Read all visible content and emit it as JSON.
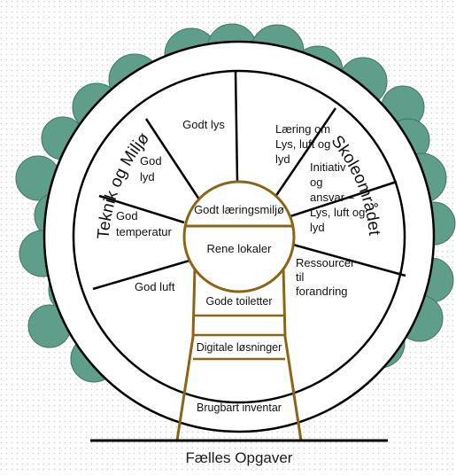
{
  "colors": {
    "dot_grid": "#c9c9c9",
    "canopy_circle": "#5f9e8a",
    "canopy_stroke": "#3f7663",
    "wheel_stroke": "#000000",
    "trunk_stroke": "#8c6416"
  },
  "outer_ring": {
    "left_label": "Teknik og Miljø",
    "right_label": "Skoleområdet"
  },
  "segments": [
    [
      "Godt lys"
    ],
    [
      "Læring om",
      "Lys, luft og",
      "lyd"
    ],
    [
      "Initiativ",
      "og",
      "ansvar –",
      "Lys, luft og",
      "lyd"
    ],
    [
      "Ressourcer",
      "til",
      "forandring"
    ],
    [
      "God luft"
    ],
    [
      "God",
      "temperatur"
    ],
    [
      "God",
      "lyd"
    ]
  ],
  "hub": {
    "top_label": "Godt læringsmiljø",
    "bottom_label": "Rene lokaler"
  },
  "trunk": {
    "levels": [
      "Gode toiletter",
      "Digitale løsninger",
      "Brugbart inventar"
    ]
  },
  "ground_label": "Fælles Opgaver"
}
